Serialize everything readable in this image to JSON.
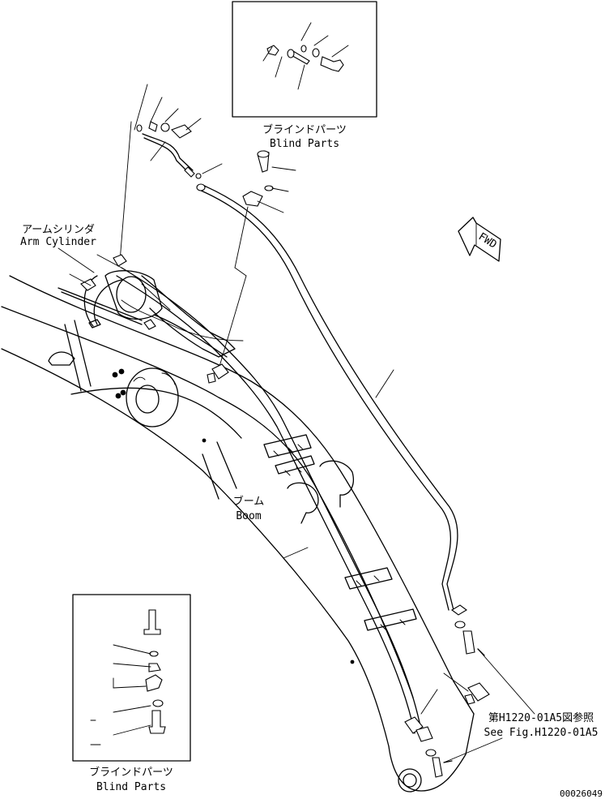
{
  "labels": {
    "blind_parts_top_jp": "ブラインドパーツ",
    "blind_parts_top_en": "Blind Parts",
    "arm_cylinder_jp": "アームシリンダ",
    "arm_cylinder_en": "Arm Cylinder",
    "boom_jp": "ブーム",
    "boom_en": "Boom",
    "fwd": "FWD",
    "see_fig_jp": "第H1220-01A5図参照",
    "see_fig_en": "See Fig.H1220-01A5",
    "blind_parts_bottom_jp": "ブラインドパーツ",
    "blind_parts_bottom_en": "Blind Parts",
    "drawing_number": "00026049"
  }
}
